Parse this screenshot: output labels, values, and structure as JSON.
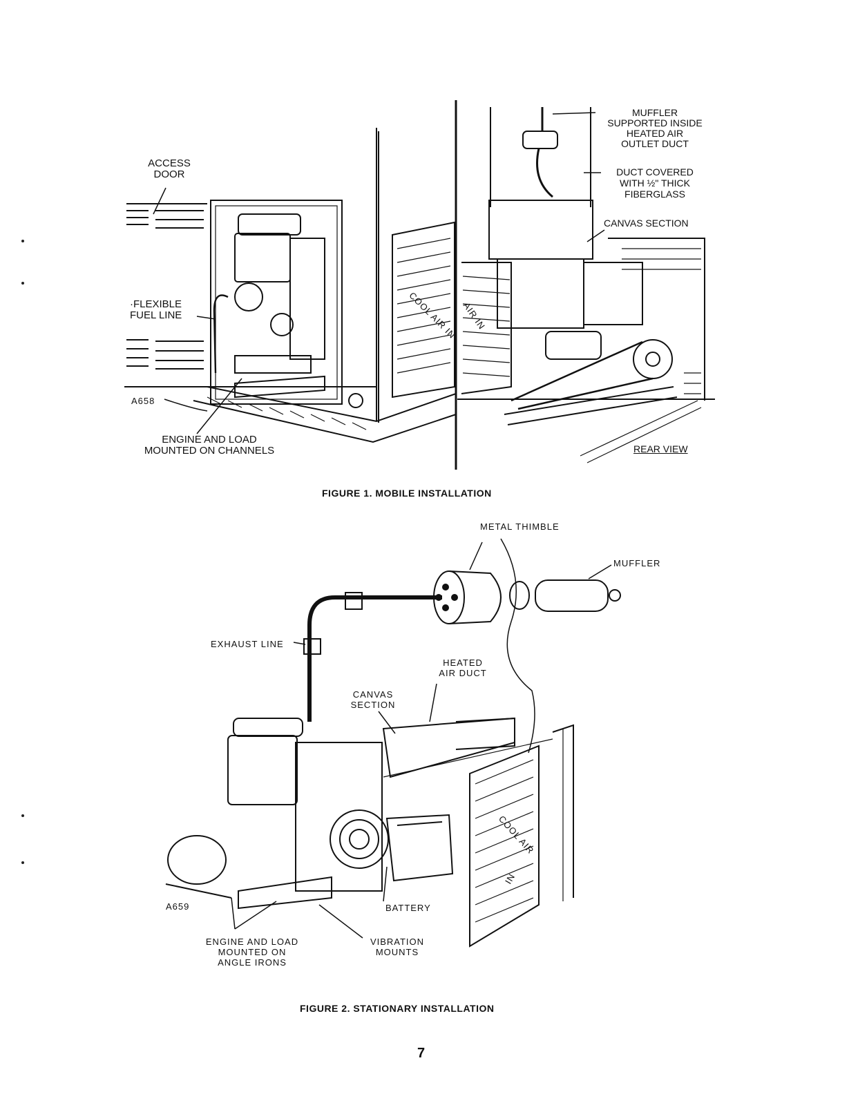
{
  "figure1": {
    "caption": "FIGURE 1.  MOBILE INSTALLATION",
    "labels": {
      "access_door": "ACCESS\nDOOR",
      "flexible_fuel_line": "·FLEXIBLE\nFUEL LINE",
      "ref_code": "A658",
      "engine_load_channels": "ENGINE AND LOAD\nMOUNTED ON CHANNELS",
      "cool_air_in": "COOL AIR IN",
      "air_in": "AIR IN",
      "muffler": "MUFFLER\nSUPPORTED INSIDE\nHEATED AIR\nOUTLET DUCT",
      "duct_covered": "DUCT COVERED\nWITH ½\" THICK\nFIBERGLASS",
      "canvas_section": "CANVAS SECTION",
      "rear_view": "REAR VIEW"
    }
  },
  "figure2": {
    "caption": "FIGURE 2.  STATIONARY INSTALLATION",
    "labels": {
      "metal_thimble": "METAL THIMBLE",
      "muffler": "MUFFLER",
      "exhaust_line": "EXHAUST LINE",
      "heated_air_duct": "HEATED\nAIR DUCT",
      "canvas_section": "CANVAS\nSECTION",
      "ref_code": "A659",
      "battery": "BATTERY",
      "engine_load_angle_irons": "ENGINE AND LOAD\nMOUNTED ON\nANGLE IRONS",
      "vibration_mounts": "VIBRATION\nMOUNTS",
      "cool_air": "COOL AIR",
      "in": "IN"
    }
  },
  "page_number": "7"
}
